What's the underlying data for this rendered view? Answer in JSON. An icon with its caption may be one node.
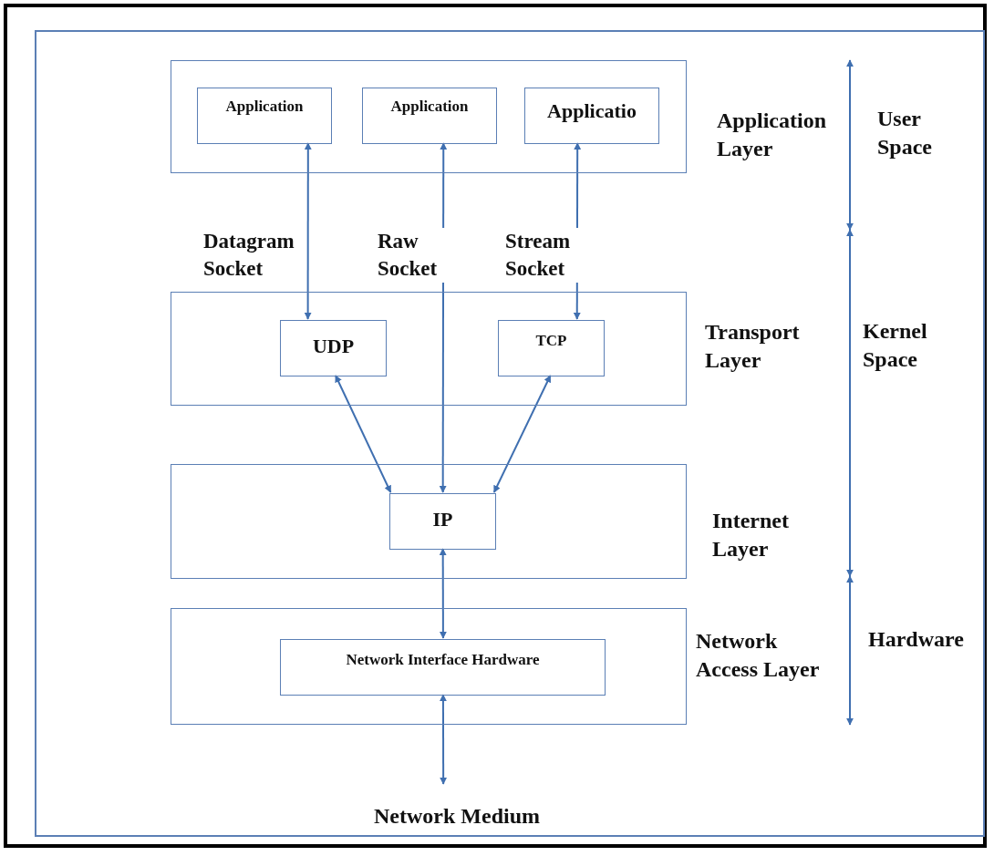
{
  "diagram": {
    "nodes": [
      {
        "text": [
          "Application Layer"
        ]
      },
      {
        "text": [
          "Application"
        ],
        "in": 0
      },
      {
        "text": [
          "Application"
        ],
        "in": 0
      },
      {
        "text": [
          "Applicatio"
        ],
        "in": 0
      },
      {
        "text": [
          "Transport Layer"
        ]
      },
      {
        "text": [
          "UDP"
        ],
        "in": 4
      },
      {
        "text": [
          "TCP"
        ],
        "in": 4
      },
      {
        "text": [
          "Internet Layer"
        ]
      },
      {
        "text": [
          "IP"
        ],
        "in": 7
      },
      {
        "text": [
          "Network Access Layer"
        ]
      },
      {
        "text": [
          "Network Interface Hardware"
        ],
        "in": 9
      },
      {
        "text": [
          "Network Medium"
        ]
      }
    ],
    "edges": [
      {
        "from": 1,
        "to": 5,
        "arrow": "both",
        "label": "Datagram Socket"
      },
      {
        "from": 2,
        "to": 8,
        "arrow": "both",
        "label": "Raw Socket"
      },
      {
        "from": 3,
        "to": 6,
        "arrow": "both",
        "label": "Stream Socket"
      },
      {
        "from": 5,
        "to": 8,
        "arrow": "both"
      },
      {
        "from": 6,
        "to": 8,
        "arrow": "both"
      },
      {
        "from": 8,
        "to": 10,
        "arrow": "both"
      },
      {
        "from": 10,
        "to": 11,
        "arrow": "both"
      }
    ],
    "labels": [
      "User Space",
      "Kernel Space",
      "Hardware"
    ]
  }
}
